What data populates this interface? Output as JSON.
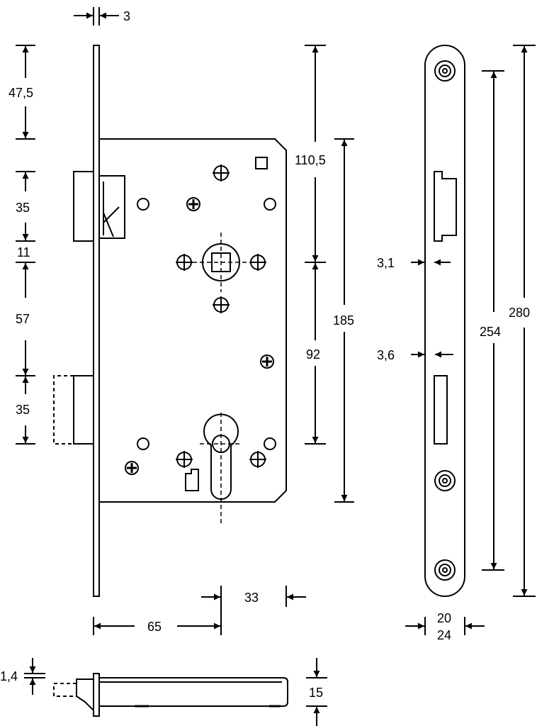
{
  "dimensions": {
    "faceplate_thickness": "3",
    "top_offset": "47,5",
    "latch_height": "35",
    "latch_gap": "11",
    "latch_bolt_spacing": "57",
    "bolt_height": "35",
    "follower_to_top": "110,5",
    "case_height": "185",
    "centre_distance": "92",
    "backset_to_plate": "33",
    "backset": "65",
    "faceplate_thickness_a": "3,1",
    "faceplate_thickness_b": "3,6",
    "screw_spacing": "254",
    "faceplate_length": "280",
    "faceplate_width_a": "20",
    "faceplate_width_b": "24",
    "side_thickness": "1,4",
    "case_depth": "15"
  }
}
